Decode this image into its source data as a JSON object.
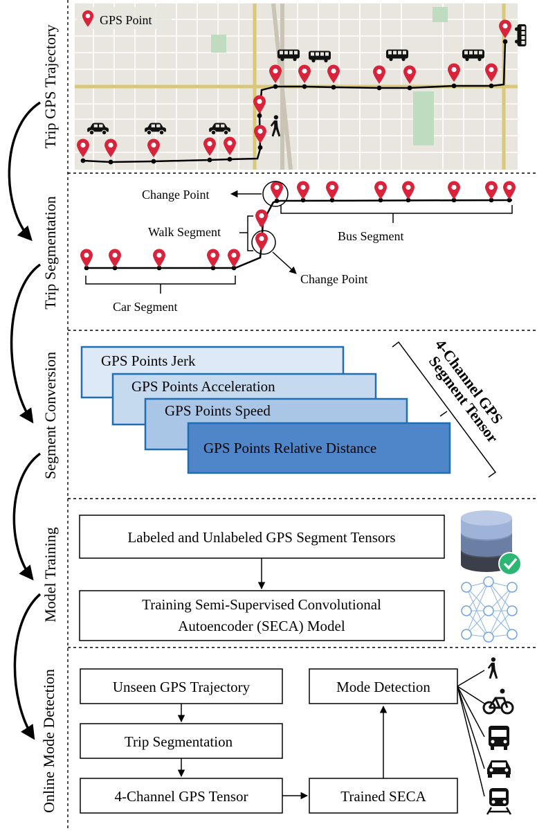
{
  "stages": [
    {
      "name": "stage-trip-gps-trajectory",
      "label": "Trip GPS Trajectory"
    },
    {
      "name": "stage-trip-segmentation",
      "label": "Trip Segmentation"
    },
    {
      "name": "stage-segment-conversion",
      "label": "Segment Conversion"
    },
    {
      "name": "stage-model-training",
      "label": "Model Training"
    },
    {
      "name": "stage-online-mode-detection",
      "label": "Online Mode Detection"
    }
  ],
  "trajectory": {
    "legend_label": "GPS Point"
  },
  "segmentation": {
    "change_point_top": "Change Point",
    "change_point_bottom": "Change Point",
    "walk_segment": "Walk Segment",
    "bus_segment": "Bus Segment",
    "car_segment": "Car Segment"
  },
  "conversion": {
    "layers": [
      "GPS Points Jerk",
      "GPS Points Acceleration",
      "GPS Points Speed",
      "GPS Points Relative Distance"
    ],
    "tensor_label_line1": "4-Channel GPS",
    "tensor_label_line2": "Segment Tensor"
  },
  "training": {
    "input_box": "Labeled and Unlabeled GPS Segment Tensors",
    "model_box_line1": "Training Semi-Supervised Convolutional",
    "model_box_line2": "Autoencoder (SECA) Model"
  },
  "detection": {
    "unseen": "Unseen GPS Trajectory",
    "segmentation": "Trip Segmentation",
    "tensor": "4-Channel GPS Tensor",
    "trained": "Trained SECA",
    "mode_detection": "Mode Detection"
  },
  "colors": {
    "pin": "#d9233a",
    "layer_stroke": "#1f6db3",
    "layer_fills": [
      "#dde9f6",
      "#c5d9ef",
      "#a9c6e7",
      "#4f86c9"
    ],
    "map_base": "#e8e6df",
    "map_road": "#d8c878",
    "map_park": "#bfdcc0"
  }
}
